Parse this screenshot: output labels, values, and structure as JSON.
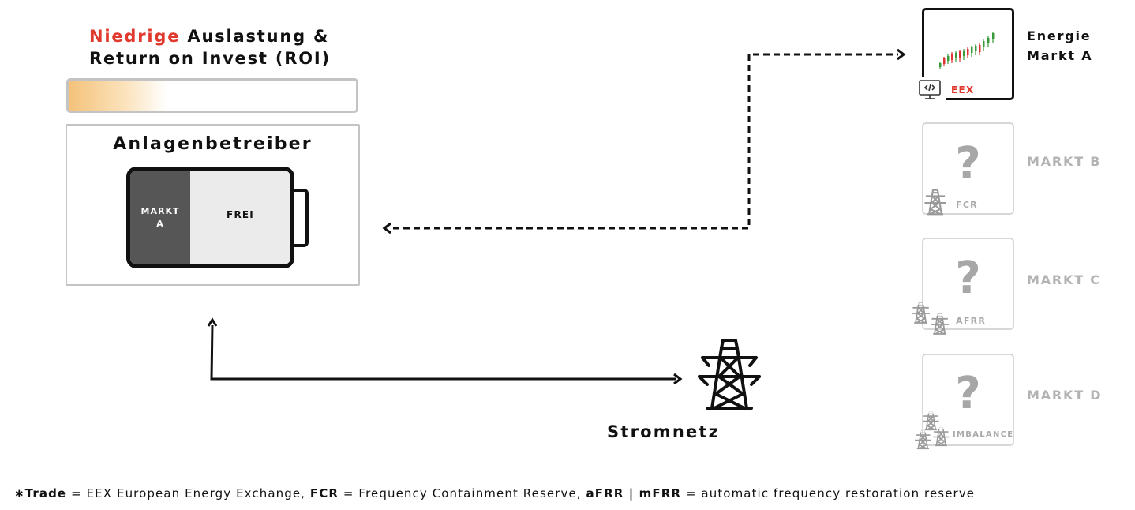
{
  "headline": {
    "highlight": "Niedrige",
    "rest": " Auslastung &",
    "line2": "Return on Invest (ROI)",
    "highlight_color": "#e03a2f"
  },
  "roi_bar": {
    "fill_fraction": 0.34,
    "fill_color": "#f4c27a"
  },
  "operator": {
    "title": "Anlagenbetreiber",
    "battery": {
      "segment_a": "MARKT A",
      "segment_free": "FREI"
    }
  },
  "grid": {
    "label": "Stromnetz",
    "icon": "power-tower-icon"
  },
  "markets": [
    {
      "label": "Energie Markt A",
      "tag": "EEX",
      "icon": "candlestick-chart-icon",
      "badge_icon": "trading-screen-icon",
      "active": true
    },
    {
      "label": "MARKT B",
      "tag": "FCR",
      "symbol": "?",
      "badge_icon": "power-tower-icon",
      "active": false
    },
    {
      "label": "MARKT C",
      "tag": "AFRR",
      "symbol": "?",
      "badge_icon": "power-towers-icon",
      "active": false
    },
    {
      "label": "MARKT D",
      "tag": "IMBALANCE",
      "symbol": "?",
      "badge_icon": "power-towers-cluster-icon",
      "active": false
    }
  ],
  "footnote": {
    "t1b": "∗Trade",
    "t1": " = EEX European Energy Exchange, ",
    "t2b": "FCR",
    "t2": " = Frequency Containment Reserve, ",
    "t3b": "aFRR | mFRR",
    "t3": " = automatic frequency restoration reserve"
  }
}
